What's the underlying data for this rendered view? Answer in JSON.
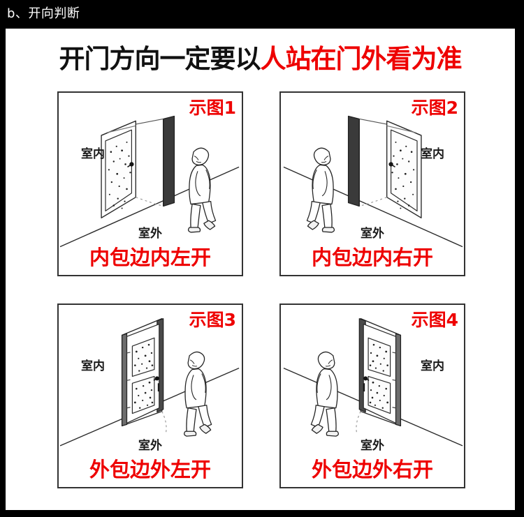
{
  "header": {
    "label": "b、开向判断"
  },
  "main_title": {
    "black_part": "开门方向一定要以",
    "red_part": "人站在门外看为准"
  },
  "colors": {
    "accent_red": "#ee0000",
    "text_black": "#111111",
    "header_background": "#000000",
    "sheet_background": "#ffffff",
    "panel_border": "#333333"
  },
  "panels": [
    {
      "fig_tag": "示图1",
      "inside_label": "室内",
      "inside_side": "left",
      "outside_label": "室外",
      "caption": "内包边内左开"
    },
    {
      "fig_tag": "示图2",
      "inside_label": "室内",
      "inside_side": "right",
      "outside_label": "室外",
      "caption": "内包边内右开"
    },
    {
      "fig_tag": "示图3",
      "inside_label": "室内",
      "inside_side": "left",
      "outside_label": "室外",
      "caption": "外包边外左开"
    },
    {
      "fig_tag": "示图4",
      "inside_label": "室内",
      "inside_side": "right",
      "outside_label": "室外",
      "caption": "外包边外右开"
    }
  ]
}
